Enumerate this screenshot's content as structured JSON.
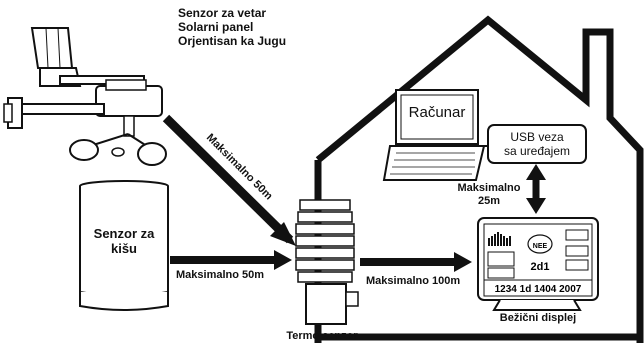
{
  "wind_sensor": {
    "line1": "Senzor za vetar",
    "line2": "Solarni panel",
    "line3": "Orjentisan ka Jugu"
  },
  "rain_sensor": {
    "line1": "Senzor za",
    "line2": "kišu"
  },
  "computer": {
    "label": "Računar"
  },
  "usb": {
    "line1": "USB veza",
    "line2": "sa uređajem"
  },
  "links": {
    "wind_to_thermo": "Maksimalno 50m",
    "rain_to_thermo": "Maksimalno 50m",
    "thermo_to_display": "Maksimalno 100m",
    "pc_to_display_line1": "Maksimalno",
    "pc_to_display_line2": "25m"
  },
  "thermo_sensor": {
    "label": "Termo senzor"
  },
  "display": {
    "label": "Bežični displej",
    "screen_center": "NEE",
    "screen_digits_row": "1234 1d 1404 2007",
    "screen_mid": "2d1"
  }
}
